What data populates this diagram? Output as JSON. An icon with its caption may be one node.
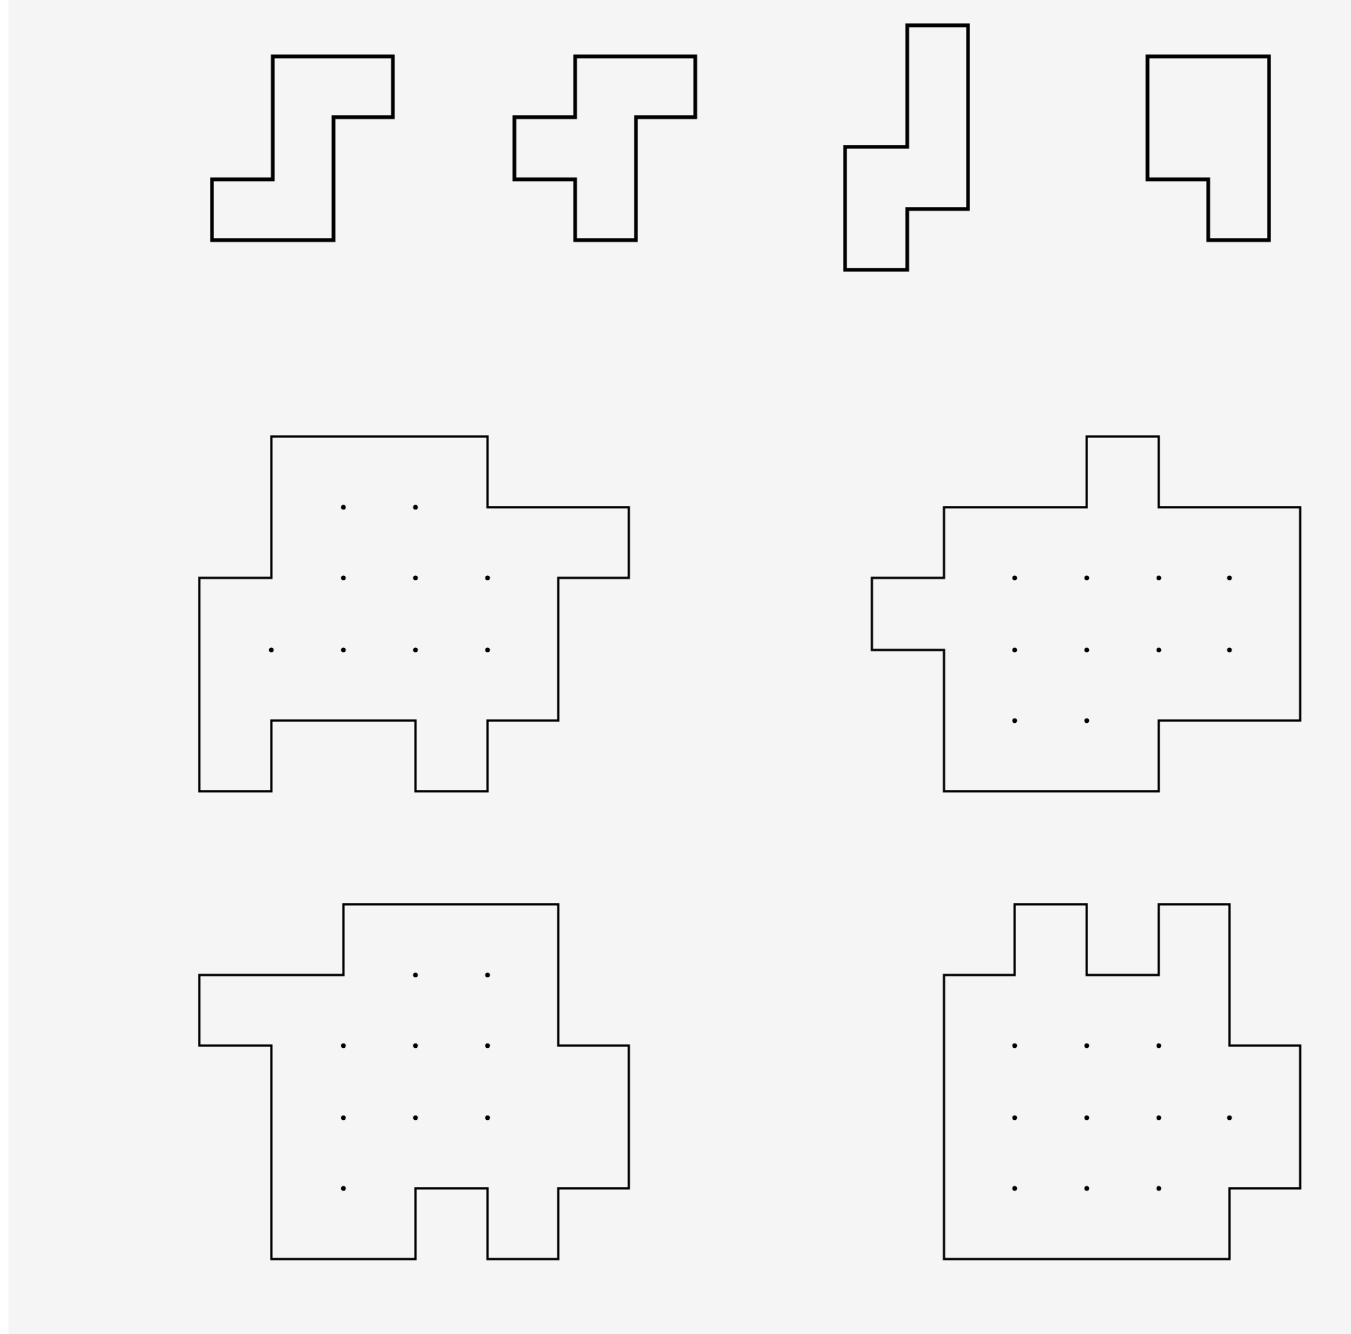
{
  "diagram": {
    "nodes": [
      {
        "text": [],
        "shape": "polygon"
      },
      {
        "text": [],
        "shape": "polygon"
      },
      {
        "text": [],
        "shape": "polygon"
      },
      {
        "text": [],
        "shape": "polygon"
      },
      {
        "text": [],
        "shape": "polygon"
      },
      {
        "text": [],
        "shape": "polygon"
      },
      {
        "text": [],
        "shape": "polygon"
      },
      {
        "text": [],
        "shape": "polygon"
      }
    ]
  }
}
